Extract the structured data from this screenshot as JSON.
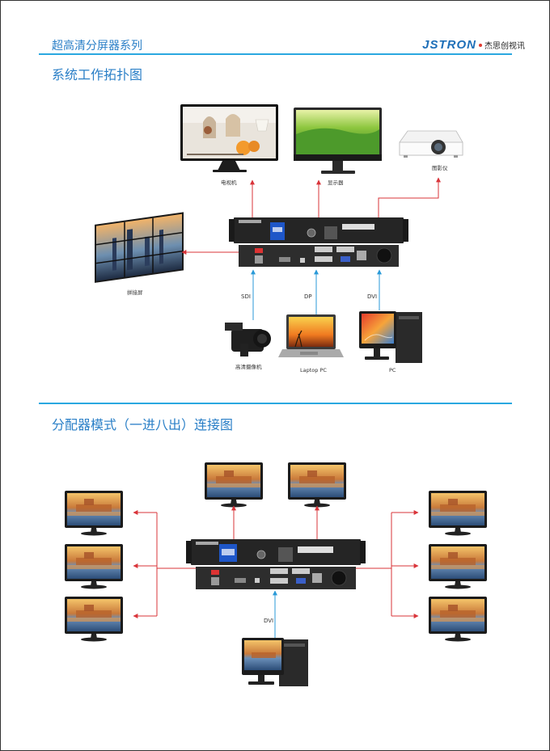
{
  "header": {
    "series_title": "超高清分屏器系列",
    "brand_logo": "JSTRON",
    "brand_cn": "杰思创视讯"
  },
  "section1": {
    "title": "系统工作拓扑图",
    "outputs": {
      "tv": "电视机",
      "monitor": "显示器",
      "projector": "图影仪",
      "video_wall": "拼接屏"
    },
    "signals": {
      "sdi": "SDI",
      "dp": "DP",
      "dvi": "DVI"
    },
    "sources": {
      "camera": "高清摄像机",
      "laptop": "Laptop PC",
      "pc": "PC"
    }
  },
  "section2": {
    "title": "分配器模式（一进八出）连接图",
    "signal": "DVI"
  },
  "colors": {
    "accent_blue": "#2a7fc7",
    "rule_blue": "#2aa8e0",
    "arrow_red": "#d9343a",
    "arrow_blue": "#2a9ad8"
  }
}
